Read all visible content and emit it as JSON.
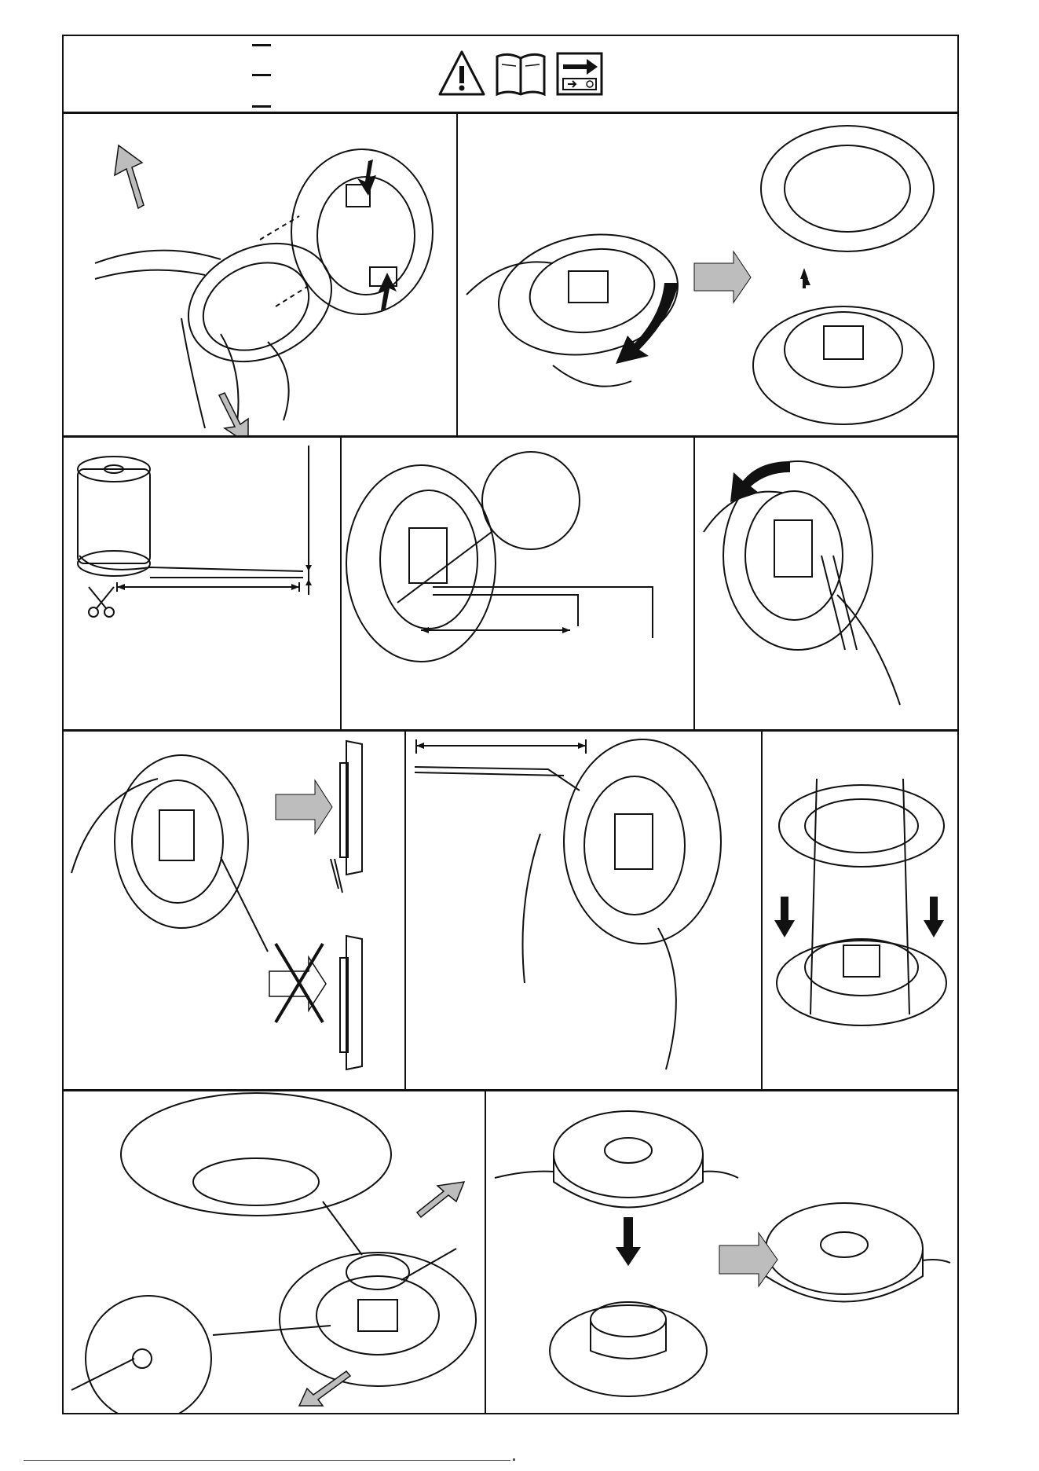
{
  "header": {
    "symbols": [
      "warning-triangle-icon",
      "manual-book-icon",
      "reference-arrow-icon"
    ]
  },
  "colors": {
    "line": "#111111",
    "arrow_fill": "#bdbdbd",
    "paper": "#ffffff"
  },
  "steps": [
    {
      "id": 1,
      "subject": "press-tabs-remove-cover"
    },
    {
      "id": 2,
      "subject": "flip-and-lift-ring"
    },
    {
      "id": 3,
      "subject": "cut-trimmer-line"
    },
    {
      "id": 4,
      "subject": "thread-line-through-hub"
    },
    {
      "id": 5,
      "subject": "wind-line-onto-spool"
    },
    {
      "id": 6,
      "subject": "correct-vs-incorrect-winding"
    },
    {
      "id": 7,
      "subject": "leave-free-line-end"
    },
    {
      "id": 8,
      "subject": "fit-ring-over-spool"
    },
    {
      "id": 9,
      "subject": "pull-lines-through-eyelets"
    },
    {
      "id": 10,
      "subject": "fit-cover-assembled-head"
    }
  ]
}
